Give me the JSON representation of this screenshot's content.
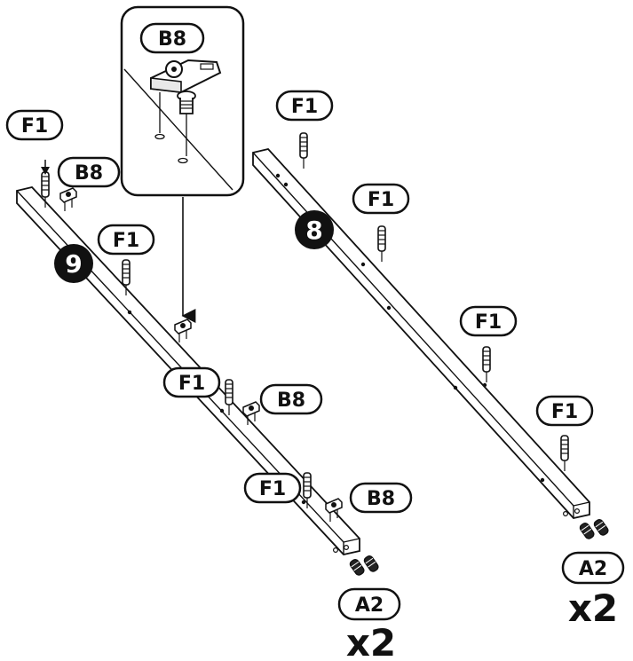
{
  "colors": {
    "ink": "#111111",
    "paper": "#ffffff"
  },
  "detail_inset": {
    "part_label": "B8"
  },
  "assembly_9": {
    "step_number": "9",
    "labels": {
      "f1_a": "F1",
      "b8_a": "B8",
      "f1_b": "F1",
      "f1_c": "F1",
      "b8_b": "B8",
      "f1_d": "F1",
      "b8_c": "B8"
    },
    "end_part_label": "A2",
    "quantity": "x2"
  },
  "assembly_8": {
    "step_number": "8",
    "labels": {
      "f1_a": "F1",
      "f1_b": "F1",
      "f1_c": "F1",
      "f1_d": "F1"
    },
    "end_part_label": "A2",
    "quantity": "x2"
  }
}
